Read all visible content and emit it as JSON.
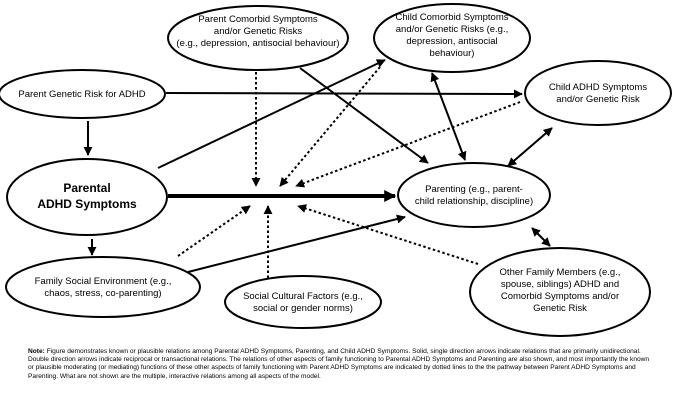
{
  "nodes": {
    "parent_comorbid": {
      "lines": [
        "Parent Comorbid Symptoms",
        "and/or Genetic Risks",
        "(e.g., depression, antisocial behaviour)"
      ]
    },
    "child_comorbid": {
      "lines": [
        "Child Comorbid Symptoms",
        "and/or Genetic Risks (e.g.,",
        "depression, antisocial",
        "behaviour)"
      ]
    },
    "parent_genetic": {
      "lines": [
        "Parent Genetic Risk for ADHD"
      ]
    },
    "child_adhd": {
      "lines": [
        "Child ADHD Symptoms",
        "and/or Genetic Risk"
      ]
    },
    "parental_adhd": {
      "lines": [
        "Parental",
        "ADHD Symptoms"
      ]
    },
    "parenting": {
      "lines": [
        "Parenting (e.g., parent-",
        "child relationship, discipline)"
      ]
    },
    "family_social": {
      "lines": [
        "Family Social Environment (e.g.,",
        "chaos, stress, co-parenting)"
      ]
    },
    "social_cultural": {
      "lines": [
        "Social Cultural Factors (e.g.,",
        "social or gender norms)"
      ]
    },
    "other_family": {
      "lines": [
        "Other Family Members (e.g.,",
        "spouse, siblings) ADHD and",
        "Comorbid Symptoms and/or",
        "Genetic Risk"
      ]
    }
  },
  "note": {
    "label": "Note:",
    "text": " Figure demonstrates known or plausible relations among Parental ADHD Symptoms, Parenting, and Child ADHD Symptoms. Solid, single direction arrows indicate relations that are primarily unidirectional. Double direction arrows indicate reciprocal or transactional relations. The relations of other aspects of family functioning to Parental ADHD Symptoms and Parenting are also shown, and most importantly the known or plausible moderating (or mediating) functions of these other aspects of family functioning with Parent ADHD Symptoms are indicated by dotted lines to the the pathway between Parent ADHD Symptoms and Parenting. What are not shown are the multiple, interactive relations among all aspects of the model."
  }
}
